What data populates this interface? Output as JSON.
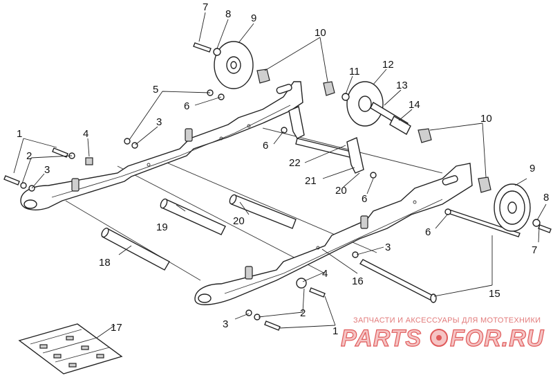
{
  "watermark": {
    "caption": "ЗАПЧАСТИ И АКСЕССУАРЫ ДЛЯ МОТОТЕХНИКИ",
    "brand_left": "PARTS",
    "brand_right": "FOR.RU",
    "color": "#e05a5a"
  },
  "callouts": {
    "c1a": "1",
    "c1b": "1",
    "c2a": "2",
    "c2b": "2",
    "c3a": "3",
    "c3b": "3",
    "c3c": "3",
    "c3d": "3",
    "c4a": "4",
    "c4b": "4",
    "c5": "5",
    "c6a": "6",
    "c6b": "6",
    "c6c": "6",
    "c6d": "6",
    "c7a": "7",
    "c7b": "7",
    "c8a": "8",
    "c8b": "8",
    "c9a": "9",
    "c9b": "9",
    "c10a": "10",
    "c10b": "10",
    "c11": "11",
    "c12": "12",
    "c13": "13",
    "c14": "14",
    "c15": "15",
    "c16": "16",
    "c17": "17",
    "c18": "18",
    "c19": "19",
    "c20a": "20",
    "c20b": "20",
    "c21": "21",
    "c22": "22"
  }
}
